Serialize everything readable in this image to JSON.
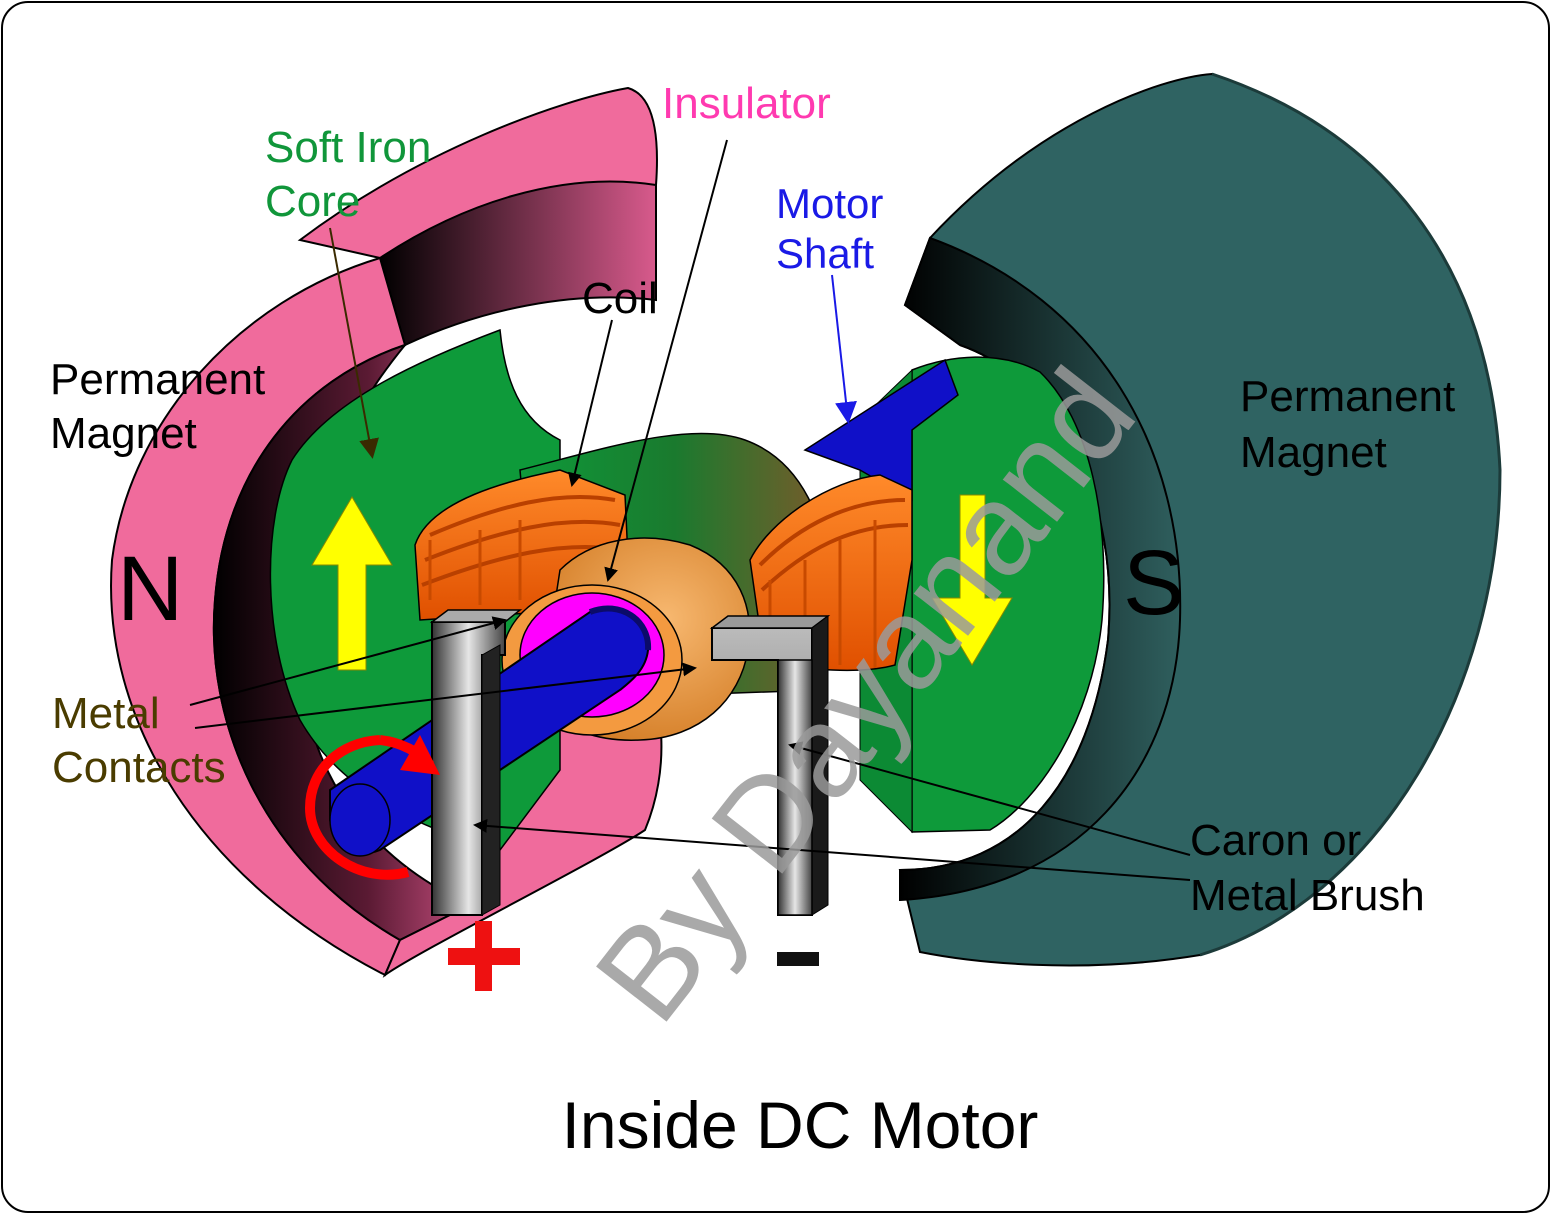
{
  "title": "Inside DC Motor",
  "watermark": "By Dayanand",
  "labels": {
    "insulator": "Insulator",
    "soft_iron_core_1": "Soft Iron",
    "soft_iron_core_2": "Core",
    "motor_shaft_1": "Motor",
    "motor_shaft_2": "Shaft",
    "coil": "Coil",
    "permanent_magnet_left_1": "Permanent",
    "permanent_magnet_left_2": "Magnet",
    "permanent_magnet_right_1": "Permanent",
    "permanent_magnet_right_2": "Magnet",
    "north_pole": "N",
    "south_pole": "S",
    "metal_contacts_1": "Metal",
    "metal_contacts_2": "Contacts",
    "brush_1": "Caron or",
    "brush_2": "Metal Brush",
    "positive_terminal": "+",
    "negative_terminal": "-"
  },
  "colors": {
    "north_magnet": "#f06b9c",
    "south_magnet": "#2f5f5e",
    "iron_core": "#0e9a3a",
    "coil": "#f26a0c",
    "shaft": "#1010c8",
    "insulator": "#ff00ff",
    "commutator": "#f3a44e",
    "brush": "#777777",
    "field_arrow": "#ffff00",
    "rotation_arrow": "#ff0000",
    "label_insulator": "#ff3ab0",
    "label_core": "#10963a",
    "label_shaft": "#1a1ae6",
    "label_contacts": "#4a3c00",
    "label_positive": "#ee1111"
  }
}
